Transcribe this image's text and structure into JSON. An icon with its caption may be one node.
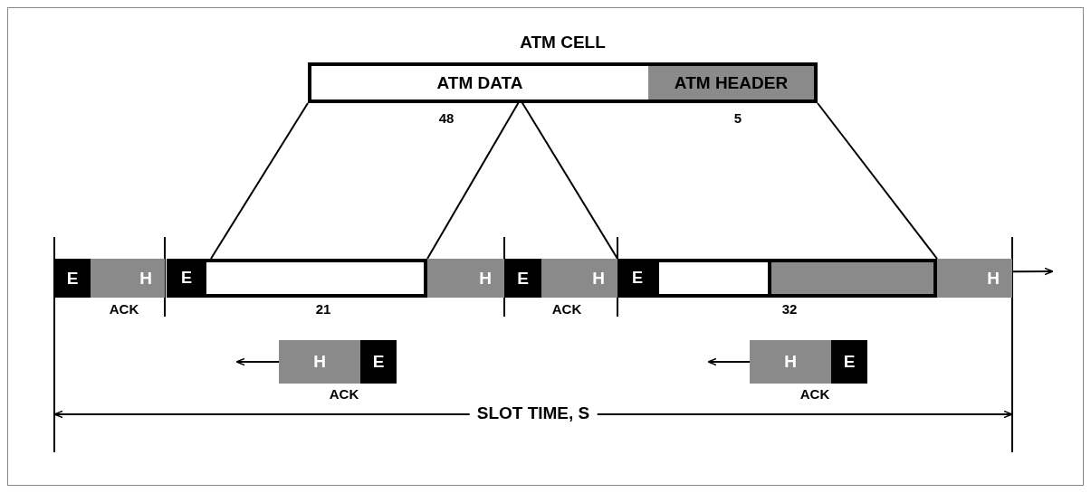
{
  "diagram": {
    "nodes": [
      {
        "text": [
          "ATM CELL"
        ]
      },
      {
        "text": [
          "ATM DATA"
        ],
        "in": 0,
        "beside": [
          "48"
        ]
      },
      {
        "text": [
          "ATM HEADER"
        ],
        "in": 0,
        "beside": [
          "5"
        ]
      },
      {
        "text": [
          "E"
        ]
      },
      {
        "text": [
          "H"
        ],
        "beside": [
          "ACK"
        ]
      },
      {
        "text": [],
        "shape": "box",
        "beside": [
          "21"
        ]
      },
      {
        "text": [
          "E"
        ],
        "in": 5
      },
      {
        "text": [],
        "shape": "box",
        "in": 5
      },
      {
        "text": [
          "H"
        ]
      },
      {
        "text": [
          "E"
        ]
      },
      {
        "text": [
          "H"
        ],
        "beside": [
          "ACK"
        ]
      },
      {
        "text": [],
        "shape": "box",
        "beside": [
          "32"
        ]
      },
      {
        "text": [
          "E"
        ],
        "in": 11
      },
      {
        "text": [],
        "shape": "box",
        "in": 11
      },
      {
        "text": [],
        "shape": "box",
        "in": 11
      },
      {
        "text": [
          "H"
        ]
      },
      {
        "text": [
          "H"
        ],
        "beside": [
          "ACK"
        ]
      },
      {
        "text": [
          "E"
        ]
      },
      {
        "text": [
          "H"
        ],
        "beside": [
          "ACK"
        ]
      },
      {
        "text": [
          "E"
        ]
      }
    ],
    "edges": [
      {
        "from": 0,
        "to": 5,
        "arrow": "none"
      },
      {
        "from": 1,
        "to": 5,
        "arrow": "none"
      },
      {
        "from": 1,
        "to": 11,
        "arrow": "none"
      },
      {
        "from": 0,
        "to": 11,
        "arrow": "none"
      },
      {
        "from": 15,
        "to": null,
        "arrow": "to"
      },
      {
        "from": 16,
        "to": null,
        "arrow": "to"
      },
      {
        "from": 18,
        "to": null,
        "arrow": "to"
      }
    ],
    "labels": [
      "SLOT TIME, S"
    ]
  }
}
